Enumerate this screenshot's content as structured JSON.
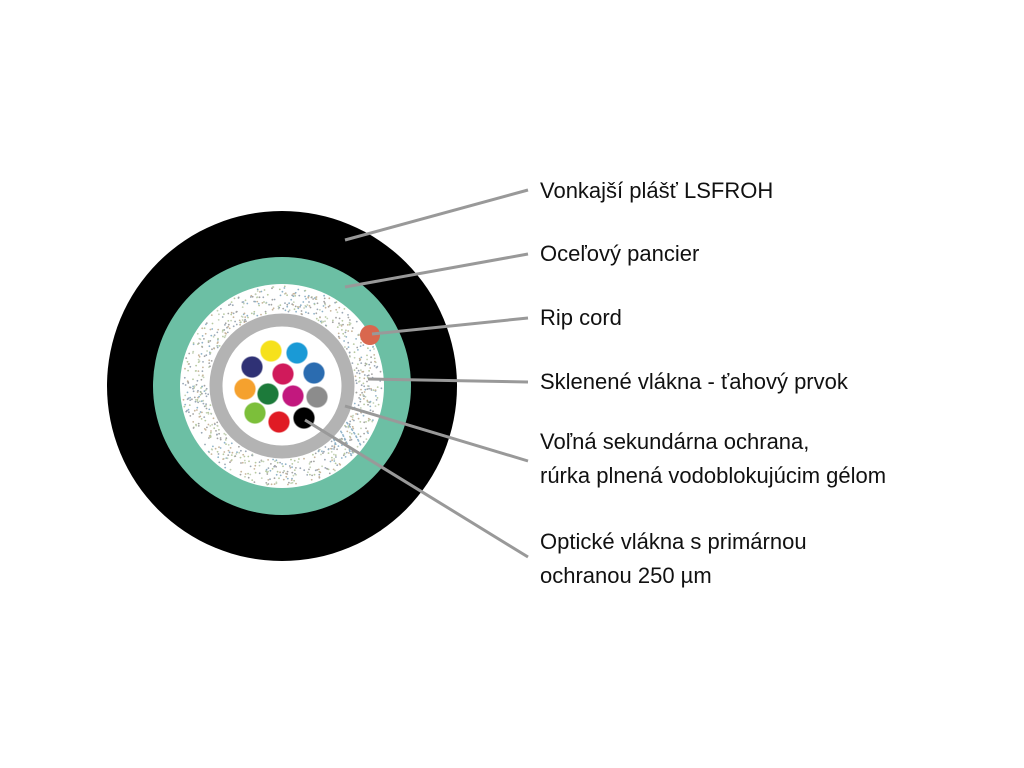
{
  "labels": {
    "outer_sheath": "Vonkajší plášť LSFROH",
    "steel_armor": "Oceľový pancier",
    "rip_cord": "Rip cord",
    "glass_yarn": "Sklenené vlákna - ťahový prvok",
    "loose_tube": [
      "Voľná sekundárna ochrana,",
      "rúrka plnená vodoblokujúcim gélom"
    ],
    "optical_fibers": [
      "Optické vlákna s primárnou",
      "ochranou 250 µm"
    ]
  },
  "colors": {
    "outer_sheath": "#000000",
    "steel_armor": "#6cbfa4",
    "rip_cord": "#d9674e",
    "loose_tube": "#b3b3b3",
    "leader_line": "#999999",
    "fibers": [
      "#f6e11b",
      "#1a9ad6",
      "#2f3175",
      "#d01a5b",
      "#2b6cb0",
      "#f5a12e",
      "#1c7a3a",
      "#c2187e",
      "#8c8c8c",
      "#7cbf3a",
      "#e01b24",
      "#000000"
    ]
  }
}
